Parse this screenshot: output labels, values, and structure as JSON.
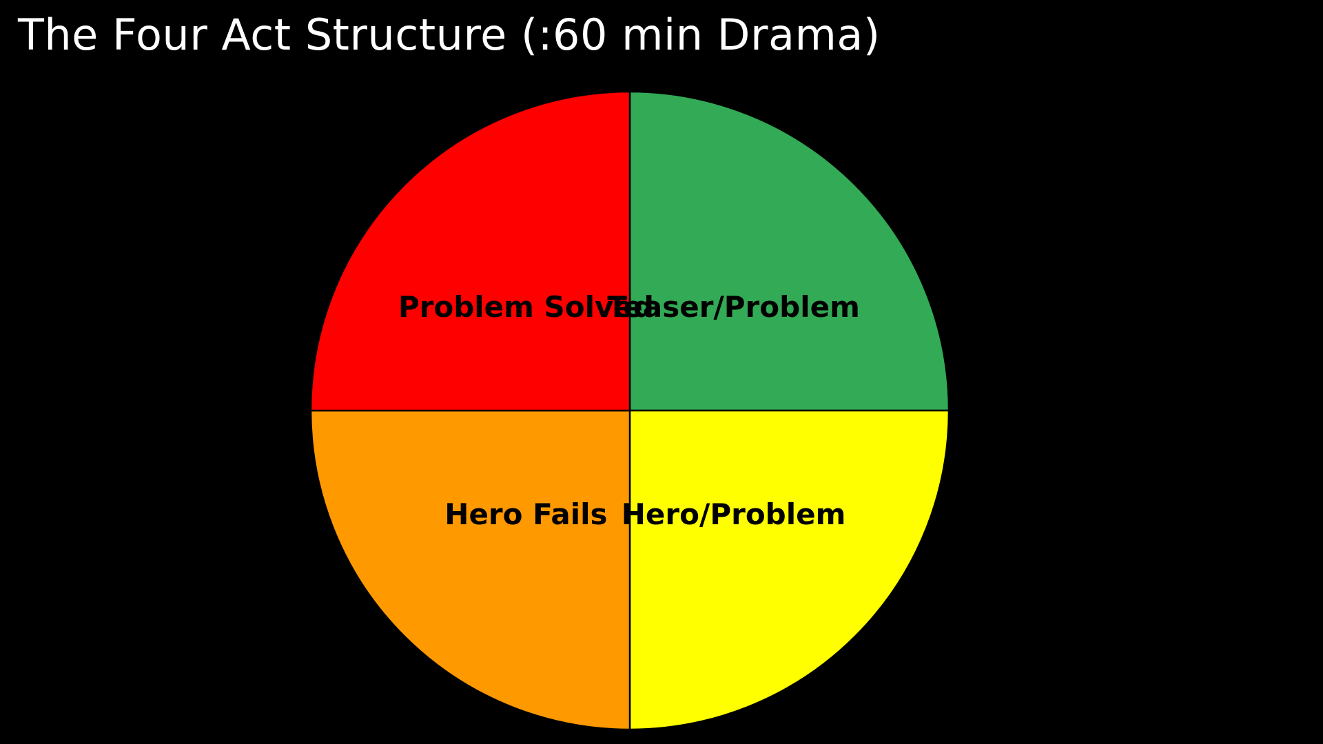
{
  "slide": {
    "title": "The Four Act Structure (:60 min Drama)"
  },
  "chart_data": {
    "type": "pie",
    "title": "",
    "start": "12 o'clock",
    "direction": "clockwise",
    "legend": "none",
    "slices": [
      {
        "label": "Teaser/Problem",
        "value": 25,
        "color": "#33AA55"
      },
      {
        "label": "Hero/Problem",
        "value": 25,
        "color": "#FFFF00"
      },
      {
        "label": "Hero Fails",
        "value": 25,
        "color": "#FF9900"
      },
      {
        "label": "Problem  Solved",
        "value": 25,
        "color": "#FF0000"
      }
    ]
  }
}
